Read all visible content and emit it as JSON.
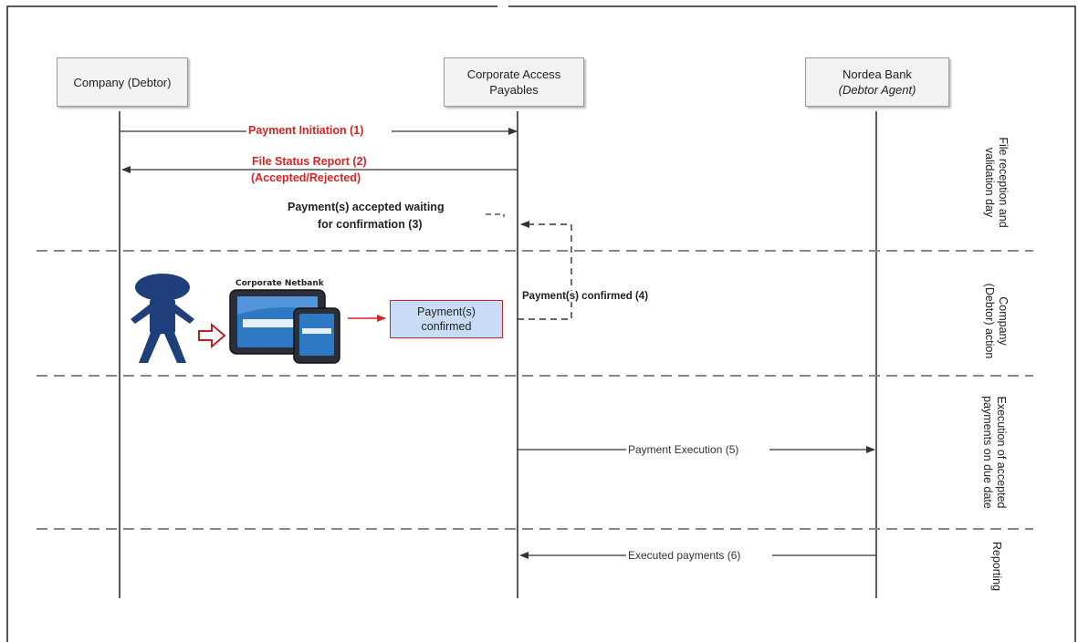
{
  "participants": {
    "company": "Company (Debtor)",
    "cap_line1": "Corporate Access",
    "cap_line2": "Payables",
    "nordea_line1": "Nordea Bank",
    "nordea_line2": "Debtor Agent"
  },
  "messages": {
    "m1": "Payment Initiation (1)",
    "m2_line1": "File Status Report (2)",
    "m2_line2": "(Accepted/Rejected)",
    "m3_line1": "Payment(s) accepted waiting",
    "m3_line2": "for confirmation (3)",
    "m4": "Payment(s) confirmed (4)",
    "m5": "Payment Execution (5)",
    "m6": "Executed payments (6)"
  },
  "confirm_box": {
    "line1": "Payment(s)",
    "line2": "confirmed"
  },
  "app_title": "Corporate Netbank",
  "phases": {
    "p1_line1": "File reception and",
    "p1_line2": "validation day",
    "p2_line1": "Company",
    "p2_line2": "(Debtor) action",
    "p3_line1": "Execution of accepted",
    "p3_line2": "payments on due date",
    "p4": "Reporting"
  },
  "colors": {
    "red": "#e02020",
    "box_fill": "#c9dcf5",
    "person": "#1f3f7a",
    "lifeline": "#333333",
    "dash": "#888888"
  }
}
